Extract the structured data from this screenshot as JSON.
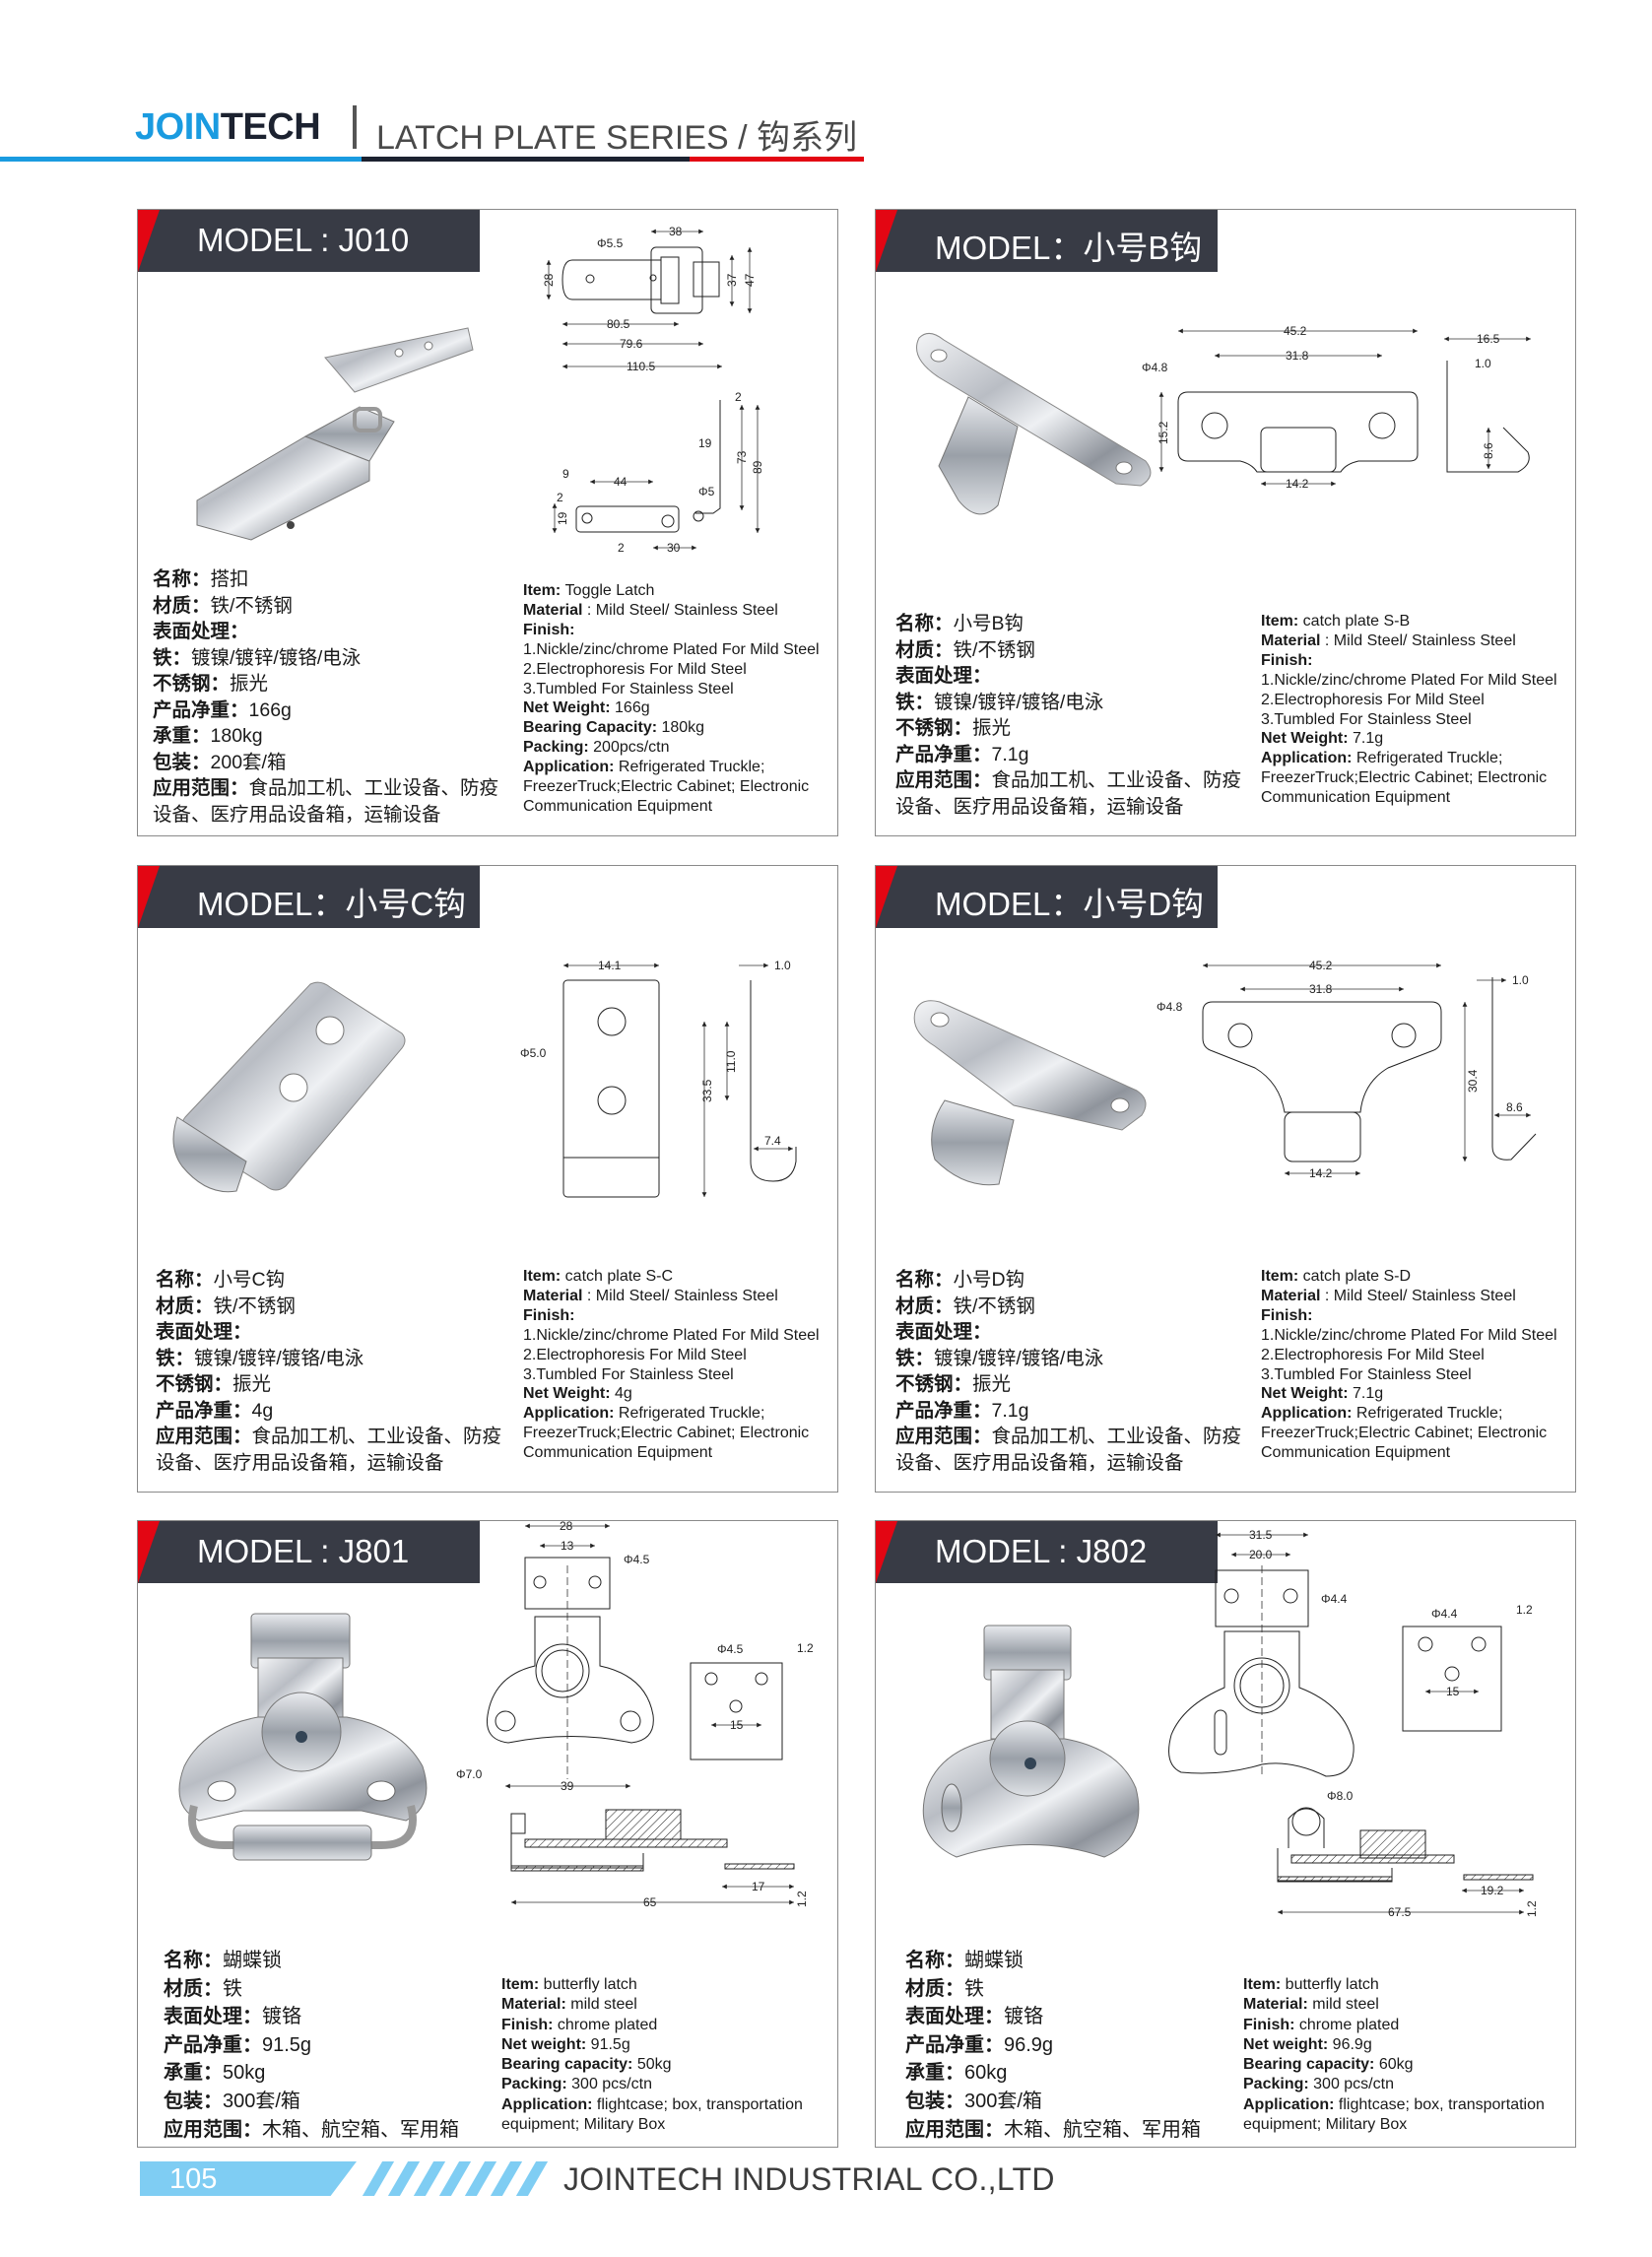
{
  "header": {
    "brand_blue": "JOIN",
    "brand_dark": "TECH",
    "series": "LATCH PLATE SERIES / 钩系列",
    "colors": {
      "blue": "#1a9be0",
      "dark": "#1c2230",
      "red": "#e30613"
    }
  },
  "cards": [
    {
      "model": "MODEL : J010",
      "cn": [
        {
          "l": "名称：",
          "v": "搭扣"
        },
        {
          "l": "材质：",
          "v": "铁/不锈钢"
        },
        {
          "l": "表面处理：",
          "v": ""
        },
        {
          "l": "铁：",
          "v": "镀镍/镀锌/镀铬/电泳"
        },
        {
          "l": "不锈钢：",
          "v": "振光"
        },
        {
          "l": "产品净重：",
          "v": "166g"
        },
        {
          "l": "承重：",
          "v": "180kg"
        },
        {
          "l": "包装：",
          "v": "200套/箱"
        },
        {
          "l": "应用范围：",
          "v": "食品加工机、工业设备、防疫设备、医疗用品设备箱，运输设备"
        }
      ],
      "en": [
        {
          "l": "Item: ",
          "v": "Toggle Latch"
        },
        {
          "l": "Material",
          "v": " : Mild Steel/ Stainless Steel"
        },
        {
          "l": "Finish:",
          "v": ""
        },
        {
          "l": "",
          "v": "1.Nickle/zinc/chrome Plated For Mild Steel"
        },
        {
          "l": "",
          "v": "2.Electrophoresis For Mild Steel"
        },
        {
          "l": "",
          "v": "3.Tumbled For Stainless Steel"
        },
        {
          "l": "Net Weight: ",
          "v": "166g"
        },
        {
          "l": "Bearing Capacity: ",
          "v": "180kg"
        },
        {
          "l": "Packing: ",
          "v": "200pcs/ctn"
        },
        {
          "l": "Application: ",
          "v": "Refrigerated Truckle; FreezerTruck;Electric Cabinet; Electronic Communication Equipment"
        }
      ],
      "dims": [
        "38",
        "Φ5.5",
        "28",
        "37",
        "47",
        "80.5",
        "79.6",
        "110.5",
        "2",
        "19",
        "73",
        "89",
        "9",
        "44",
        "2",
        "19",
        "Φ5",
        "2",
        "30"
      ]
    },
    {
      "model": "MODEL：小号B钩",
      "cn": [
        {
          "l": "名称：",
          "v": "小号B钩"
        },
        {
          "l": "材质：",
          "v": "铁/不锈钢"
        },
        {
          "l": "表面处理：",
          "v": ""
        },
        {
          "l": "铁：",
          "v": "镀镍/镀锌/镀铬/电泳"
        },
        {
          "l": "不锈钢：",
          "v": "振光"
        },
        {
          "l": "产品净重：",
          "v": "7.1g"
        },
        {
          "l": "应用范围：",
          "v": "食品加工机、工业设备、防疫设备、医疗用品设备箱，运输设备"
        }
      ],
      "en": [
        {
          "l": "Item: ",
          "v": "catch plate S-B"
        },
        {
          "l": "Material",
          "v": " : Mild Steel/ Stainless Steel"
        },
        {
          "l": "Finish:",
          "v": ""
        },
        {
          "l": "",
          "v": "1.Nickle/zinc/chrome Plated For Mild Steel"
        },
        {
          "l": "",
          "v": "2.Electrophoresis For Mild Steel"
        },
        {
          "l": "",
          "v": "3.Tumbled For Stainless Steel"
        },
        {
          "l": "Net Weight: ",
          "v": "7.1g"
        },
        {
          "l": "Application: ",
          "v": "Refrigerated Truckle; FreezerTruck;Electric Cabinet; Electronic Communication Equipment"
        }
      ],
      "dims": [
        "45.2",
        "31.8",
        "Φ4.8",
        "15.2",
        "14.2",
        "16.5",
        "1.0",
        "8.6"
      ]
    },
    {
      "model": "MODEL：小号C钩",
      "cn": [
        {
          "l": "名称：",
          "v": "小号C钩"
        },
        {
          "l": "材质：",
          "v": "铁/不锈钢"
        },
        {
          "l": "表面处理：",
          "v": ""
        },
        {
          "l": "铁：",
          "v": "镀镍/镀锌/镀铬/电泳"
        },
        {
          "l": "不锈钢：",
          "v": "振光"
        },
        {
          "l": "产品净重：",
          "v": "4g"
        },
        {
          "l": "应用范围：",
          "v": "食品加工机、工业设备、防疫设备、医疗用品设备箱，运输设备"
        }
      ],
      "en": [
        {
          "l": "Item: ",
          "v": "catch plate S-C"
        },
        {
          "l": "Material",
          "v": " : Mild Steel/ Stainless Steel"
        },
        {
          "l": "Finish:",
          "v": ""
        },
        {
          "l": "",
          "v": "1.Nickle/zinc/chrome Plated For Mild Steel"
        },
        {
          "l": "",
          "v": "2.Electrophoresis For Mild Steel"
        },
        {
          "l": "",
          "v": "3.Tumbled For Stainless Steel"
        },
        {
          "l": "Net Weight: ",
          "v": "4g"
        },
        {
          "l": "Application: ",
          "v": "Refrigerated Truckle; FreezerTruck;Electric Cabinet; Electronic Communication Equipment"
        }
      ],
      "dims": [
        "14.1",
        "Φ5.0",
        "33.5",
        "11.0",
        "1.0",
        "7.4"
      ]
    },
    {
      "model": "MODEL：小号D钩",
      "cn": [
        {
          "l": "名称：",
          "v": "小号D钩"
        },
        {
          "l": "材质：",
          "v": "铁/不锈钢"
        },
        {
          "l": "表面处理：",
          "v": ""
        },
        {
          "l": "铁：",
          "v": "镀镍/镀锌/镀铬/电泳"
        },
        {
          "l": "不锈钢：",
          "v": "振光"
        },
        {
          "l": "产品净重：",
          "v": "7.1g"
        },
        {
          "l": "应用范围：",
          "v": "食品加工机、工业设备、防疫设备、医疗用品设备箱，运输设备"
        }
      ],
      "en": [
        {
          "l": "Item: ",
          "v": "catch plate S-D"
        },
        {
          "l": "Material",
          "v": " : Mild Steel/ Stainless Steel"
        },
        {
          "l": "Finish:",
          "v": ""
        },
        {
          "l": "",
          "v": "1.Nickle/zinc/chrome Plated For Mild Steel"
        },
        {
          "l": "",
          "v": "2.Electrophoresis For Mild Steel"
        },
        {
          "l": "",
          "v": "3.Tumbled For Stainless Steel"
        },
        {
          "l": "Net Weight: ",
          "v": "7.1g"
        },
        {
          "l": "Application: ",
          "v": "Refrigerated Truckle; FreezerTruck;Electric Cabinet; Electronic Communication Equipment"
        }
      ],
      "dims": [
        "45.2",
        "31.8",
        "Φ4.8",
        "30.4",
        "14.2",
        "1.0",
        "8.6"
      ]
    },
    {
      "model": "MODEL : J801",
      "cn": [
        {
          "l": "名称：",
          "v": "蝴蝶锁"
        },
        {
          "l": "材质：",
          "v": "铁"
        },
        {
          "l": "表面处理：",
          "v": "镀铬"
        },
        {
          "l": "产品净重：",
          "v": "91.5g"
        },
        {
          "l": "承重：",
          "v": "50kg"
        },
        {
          "l": "包装：",
          "v": "300套/箱"
        },
        {
          "l": "应用范围：",
          "v": "木箱、航空箱、军用箱"
        }
      ],
      "en": [
        {
          "l": "Item: ",
          "v": "butterfly latch"
        },
        {
          "l": "Material: ",
          "v": "mild steel"
        },
        {
          "l": "Finish: ",
          "v": "chrome plated"
        },
        {
          "l": "Net weight: ",
          "v": "91.5g"
        },
        {
          "l": "Bearing capacity: ",
          "v": "50kg"
        },
        {
          "l": "Packing: ",
          "v": "300 pcs/ctn"
        },
        {
          "l": "Application: ",
          "v": "flightcase; box, transportation equipment; Military Box"
        }
      ],
      "dims": [
        "28",
        "13",
        "Φ4.5",
        "39",
        "Φ7.0",
        "Φ4.5",
        "1.2",
        "15",
        "65",
        "17",
        "1.2"
      ]
    },
    {
      "model": "MODEL : J802",
      "cn": [
        {
          "l": "名称：",
          "v": "蝴蝶锁"
        },
        {
          "l": "材质：",
          "v": "铁"
        },
        {
          "l": "表面处理：",
          "v": "镀铬"
        },
        {
          "l": "产品净重：",
          "v": "96.9g"
        },
        {
          "l": "承重：",
          "v": "60kg"
        },
        {
          "l": "包装：",
          "v": "300套/箱"
        },
        {
          "l": "应用范围：",
          "v": "木箱、航空箱、军用箱"
        }
      ],
      "en": [
        {
          "l": "Item: ",
          "v": "butterfly latch"
        },
        {
          "l": "Material: ",
          "v": "mild steel"
        },
        {
          "l": "Finish: ",
          "v": "chrome plated"
        },
        {
          "l": "Net weight: ",
          "v": "96.9g"
        },
        {
          "l": "Bearing capacity: ",
          "v": "60kg"
        },
        {
          "l": "Packing: ",
          "v": "300 pcs/ctn"
        },
        {
          "l": "Application: ",
          "v": "flightcase; box, transportation equipment; Military Box"
        }
      ],
      "dims": [
        "31.5",
        "20.0",
        "Φ4.4",
        "Φ4.4",
        "1.2",
        "15",
        "Φ8.0",
        "19.2",
        "67.5",
        "1.2"
      ]
    }
  ],
  "footer": {
    "page_number": "105",
    "company": "JOINTECH INDUSTRIAL CO.,LTD",
    "bar_color": "#7fcdf3"
  }
}
